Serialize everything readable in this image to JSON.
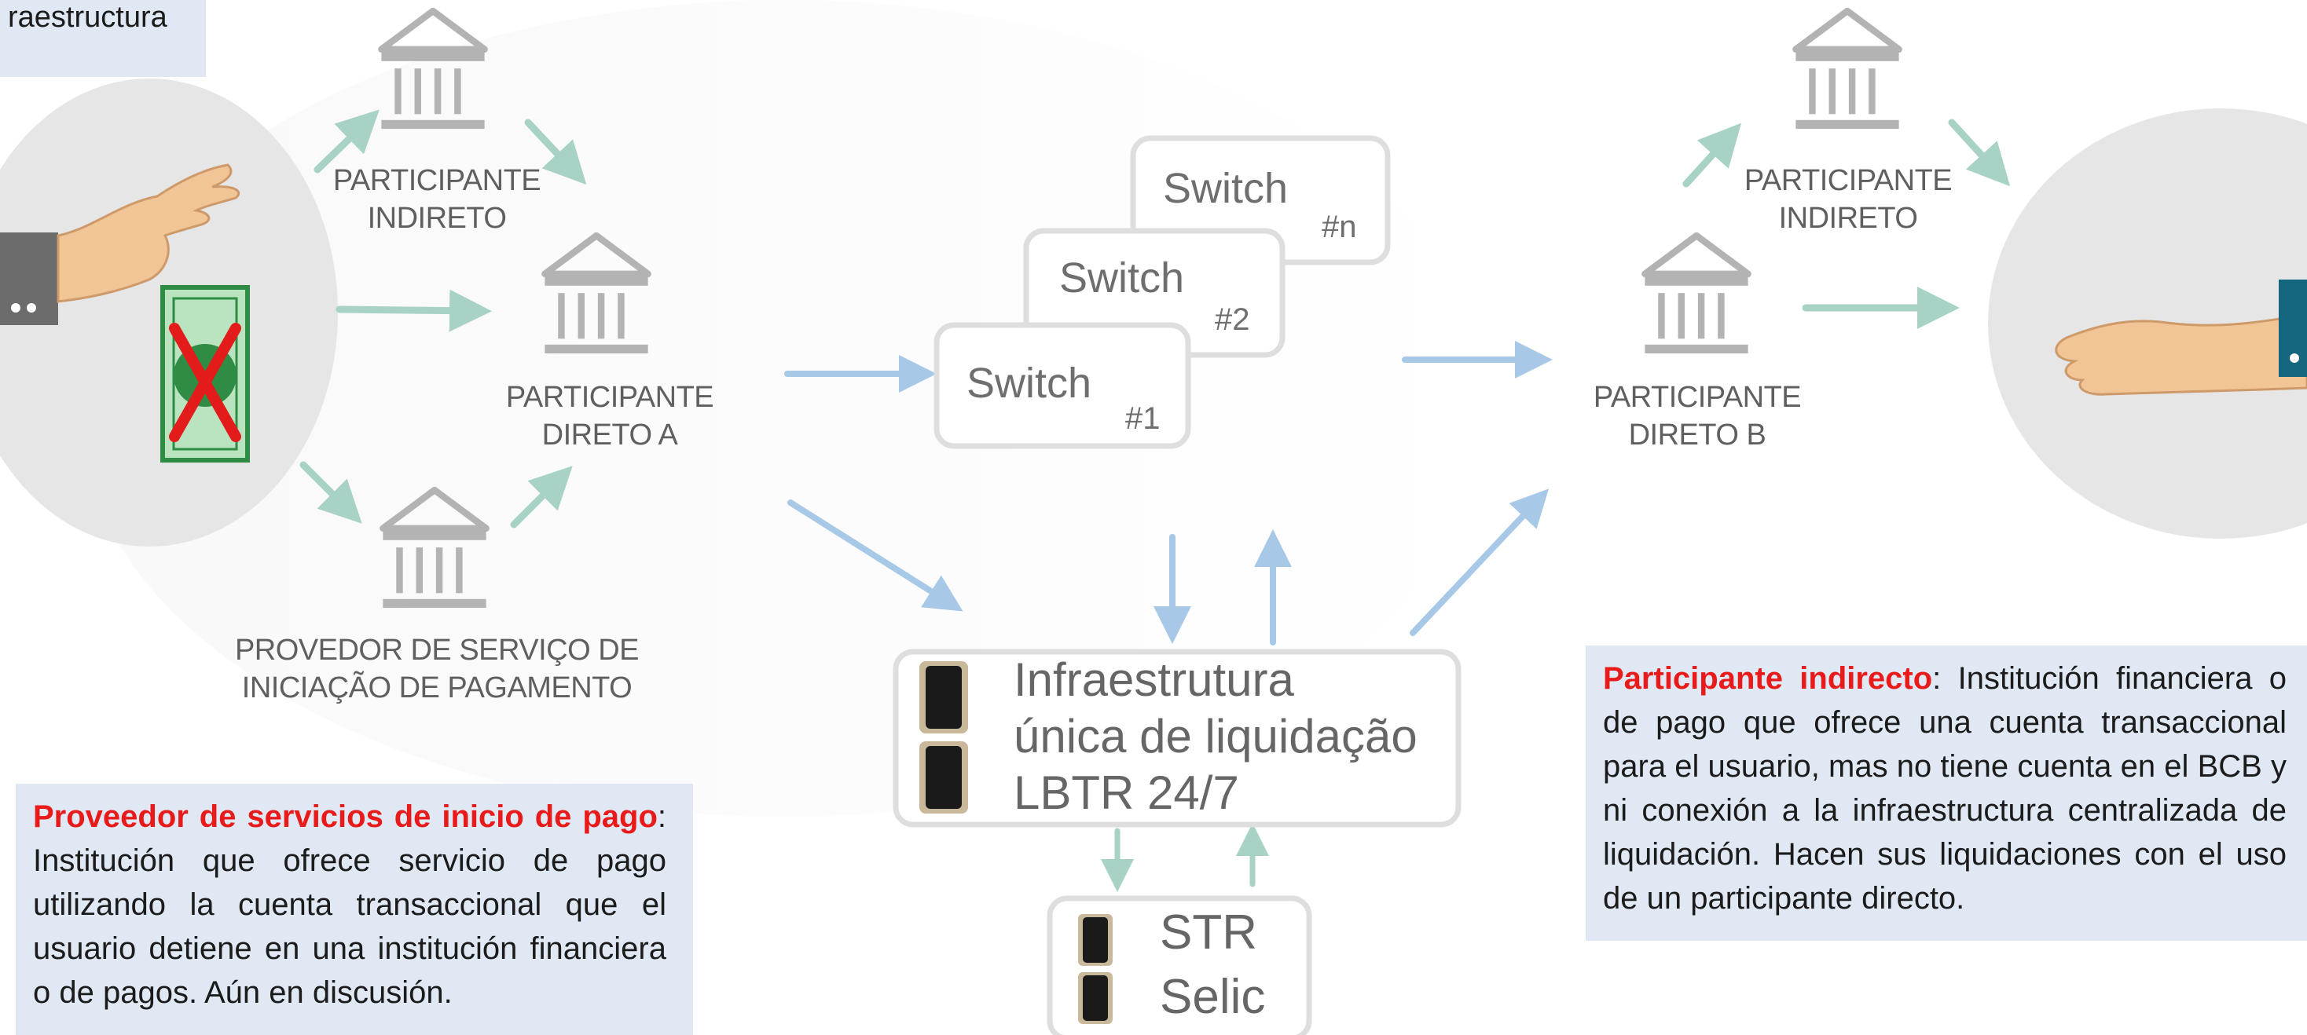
{
  "corner_note": {
    "text": "raestructura"
  },
  "nodes": {
    "participante_indireto_left": {
      "line1": "PARTICIPANTE",
      "line2": "INDIRETO"
    },
    "participante_direto_a": {
      "line1": "PARTICIPANTE",
      "line2": "DIRETO A"
    },
    "provedor": {
      "line1": "PROVEDOR DE SERVIÇO DE",
      "line2": "INICIAÇÃO DE PAGAMENTO"
    },
    "participante_indireto_right": {
      "line1": "PARTICIPANTE",
      "line2": "INDIRETO"
    },
    "participante_direto_b": {
      "line1": "PARTICIPANTE",
      "line2": "DIRETO B"
    }
  },
  "switches": [
    {
      "label": "Switch",
      "tag": "#n"
    },
    {
      "label": "Switch",
      "tag": "#2"
    },
    {
      "label": "Switch",
      "tag": "#1"
    }
  ],
  "infra": {
    "line1": "Infraestrutura",
    "line2": "única de liquidação",
    "line3": "LBTR 24/7"
  },
  "str_box": {
    "line1": "STR",
    "line2": "Selic"
  },
  "note_left": {
    "title": "Proveedor de servicios de inicio de pago",
    "colon": ":",
    "body": "Institución que ofrece servicio de pago utilizando la cuenta transaccional que el usuario detiene en una institución financiera o de pagos. Aún en discusión."
  },
  "note_right": {
    "title": "Participante indirecto",
    "colon": ":",
    "body": "Institución financiera o de pago que ofrece una cuenta transaccional para el usuario, mas no tiene cuenta en el BCB y ni conexión a la infraestructura centralizada de liquidación. Hacen sus liquidaciones con el uso de un participante directo."
  },
  "colors": {
    "arrow_green": "#a9d2c6",
    "arrow_blue": "#a7c8e6",
    "bank_gray": "#b3b3b3",
    "highlight_red": "#e81a1a",
    "note_bg": "#dfe8f3",
    "oval_gray": "#e6e6e6"
  }
}
